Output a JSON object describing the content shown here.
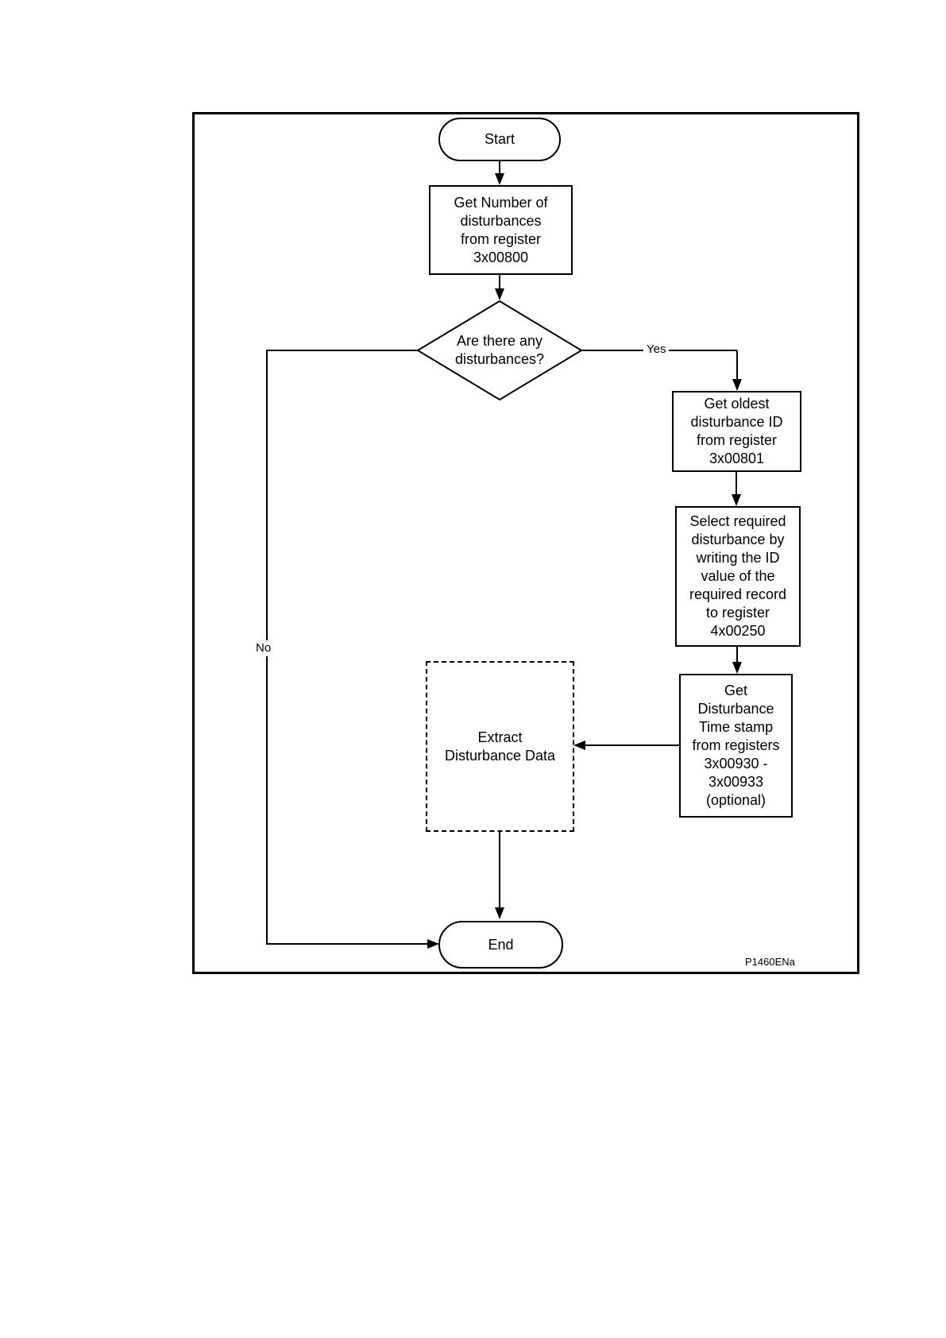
{
  "colors": {
    "line": "#000000",
    "background": "#ffffff"
  },
  "diagram": {
    "figure_code": "P1460ENa",
    "nodes": {
      "start": {
        "label": "Start"
      },
      "get_number": {
        "lines": [
          "Get Number of",
          "disturbances",
          "from register",
          "3x00800"
        ]
      },
      "decision": {
        "lines": [
          "Are there any",
          "disturbances?"
        ]
      },
      "get_oldest": {
        "lines": [
          "Get oldest",
          "disturbance ID",
          "from register",
          "3x00801"
        ]
      },
      "select_required": {
        "lines": [
          "Select required",
          "disturbance by",
          "writing the ID",
          "value of the",
          "required record",
          "to register",
          "4x00250"
        ]
      },
      "get_timestamp": {
        "lines": [
          "Get",
          "Disturbance",
          "Time stamp",
          "from registers",
          "3x00930 -",
          "3x00933",
          "(optional)"
        ]
      },
      "extract": {
        "lines": [
          "Extract",
          "Disturbance Data"
        ]
      },
      "end": {
        "label": "End"
      }
    },
    "edges": {
      "yes_label": "Yes",
      "no_label": "No"
    }
  }
}
